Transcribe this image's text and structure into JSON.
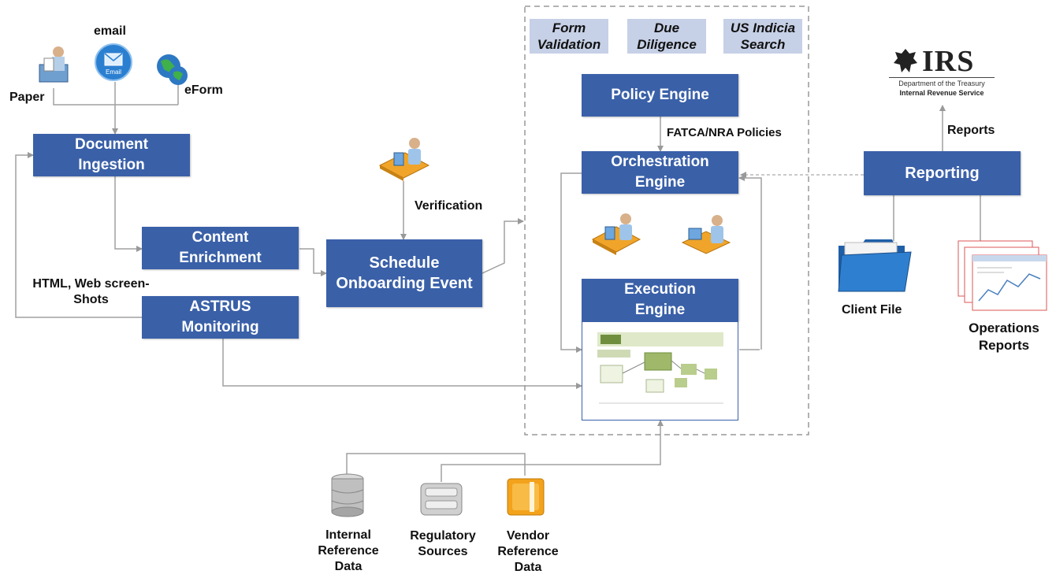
{
  "inputs": {
    "email": "email",
    "paper": "Paper",
    "eform": "eForm"
  },
  "boxes": {
    "document_ingestion": "Document\nIngestion",
    "content_enrichment": "Content\nEnrichment",
    "astrus_monitoring": "ASTRUS\nMonitoring",
    "schedule_onboarding": "Schedule\nOnboarding Event",
    "policy_engine": "Policy Engine",
    "orchestration_engine": "Orchestration\nEngine",
    "execution_engine": "Execution\nEngine",
    "reporting": "Reporting"
  },
  "tags": {
    "form_validation": "Form\nValidation",
    "due_diligence": "Due\nDiligence",
    "us_indicia": "US Indicia\nSearch"
  },
  "labels": {
    "html_screenshots": "HTML, Web screen-\nShots",
    "verification": "Verification",
    "fatca_policies": "FATCA/NRA Policies",
    "reports": "Reports",
    "client_file": "Client File",
    "operations_reports": "Operations\nReports",
    "internal_ref": "Internal\nReference\nData",
    "regulatory_sources": "Regulatory\nSources",
    "vendor_ref": "Vendor\nReference\nData"
  },
  "irs": {
    "wordmark": "IRS",
    "line1": "Department of the Treasury",
    "line2": "Internal Revenue Service"
  },
  "colors": {
    "box_blue": "#3a60a8",
    "tag_lavender": "#c6d0e6",
    "connector": "#999999"
  }
}
